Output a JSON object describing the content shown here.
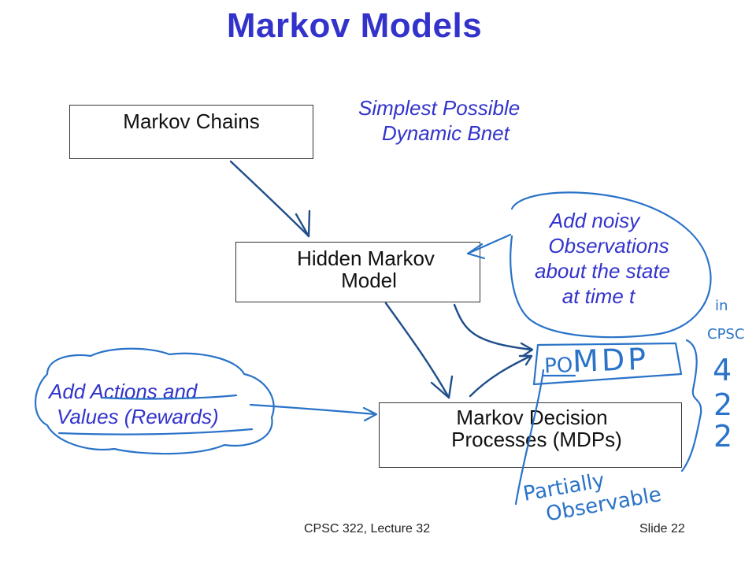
{
  "slide": {
    "title": "Markov Models",
    "footer_left": "CPSC 322, Lecture 32",
    "footer_right": "Slide 22"
  },
  "boxes": {
    "markov_chains": [
      "Markov Chains"
    ],
    "hmm": [
      "Hidden Markov",
      "Model"
    ],
    "mdp": [
      "Markov Decision",
      "Processes (MDPs)"
    ]
  },
  "notes": {
    "simplest": [
      "Simplest Possible",
      "Dynamic Bnet"
    ],
    "noisy": [
      "Add noisy",
      "Observations",
      "about the state",
      "at time t"
    ],
    "actions": [
      "Add Actions and",
      "Values (Rewards)"
    ]
  },
  "handwriting": {
    "pomdp_prefix": "PO",
    "pomdp_main": "MDP",
    "partially": "Partially",
    "observable": "Observable",
    "in": "in",
    "cpsc": "CPSC",
    "digit1": "4",
    "digit2": "2",
    "digit3": "2"
  },
  "colors": {
    "title": "#3333cc",
    "note": "#3333cc",
    "ink": "#2a73c8",
    "ink_dark": "#1f4e8a"
  }
}
